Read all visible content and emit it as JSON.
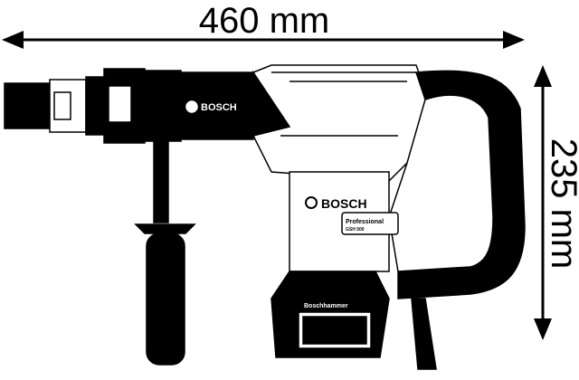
{
  "dimensions": {
    "width_label": "460 mm",
    "height_label": "235 mm"
  },
  "tool": {
    "brand_chuck": "BOSCH",
    "brand_body": "BOSCH",
    "series": "Professional",
    "model": "GSH 500",
    "motor_label": "Boschhammer"
  },
  "colors": {
    "ink": "#000000",
    "background": "#ffffff"
  }
}
